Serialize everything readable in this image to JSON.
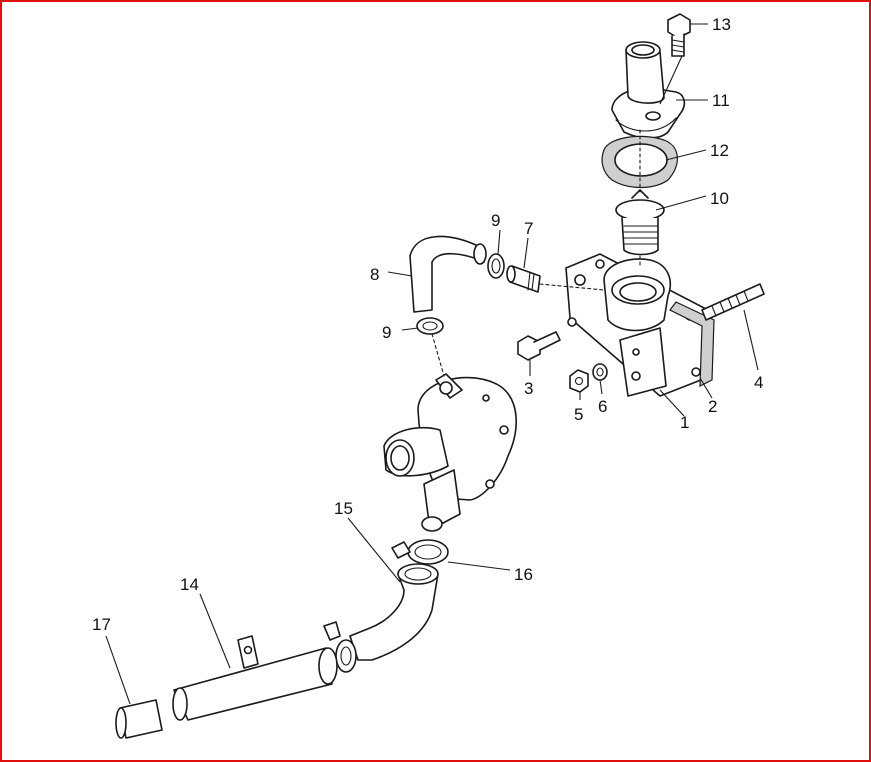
{
  "frame_color": "#e01010",
  "labels": [
    {
      "id": "13",
      "text": "13"
    },
    {
      "id": "11",
      "text": "11"
    },
    {
      "id": "12",
      "text": "12"
    },
    {
      "id": "10",
      "text": "10"
    },
    {
      "id": "9a",
      "text": "9"
    },
    {
      "id": "7",
      "text": "7"
    },
    {
      "id": "8",
      "text": "8"
    },
    {
      "id": "9b",
      "text": "9"
    },
    {
      "id": "3",
      "text": "3"
    },
    {
      "id": "5",
      "text": "5"
    },
    {
      "id": "6",
      "text": "6"
    },
    {
      "id": "1",
      "text": "1"
    },
    {
      "id": "2",
      "text": "2"
    },
    {
      "id": "4",
      "text": "4"
    },
    {
      "id": "15",
      "text": "15"
    },
    {
      "id": "16",
      "text": "16"
    },
    {
      "id": "14",
      "text": "14"
    },
    {
      "id": "17",
      "text": "17"
    }
  ]
}
